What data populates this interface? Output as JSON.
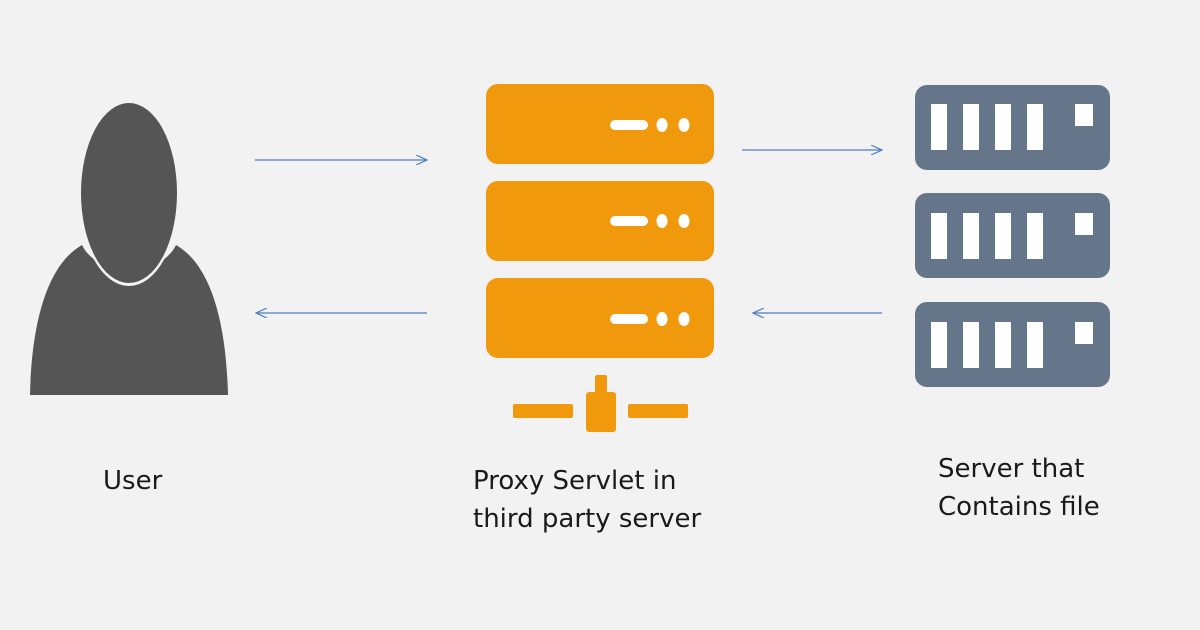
{
  "nodes": {
    "user": {
      "label": "User",
      "icon": "user-silhouette-icon",
      "color": "#555555"
    },
    "proxy": {
      "label_lines": [
        "Proxy Servlet in",
        "third party server"
      ],
      "icon": "server-stack-network-icon",
      "color": "#f0990d"
    },
    "target": {
      "label_lines": [
        "Server that",
        "Contains file"
      ],
      "icon": "server-stack-icon",
      "color": "#66768a"
    }
  },
  "edges": [
    {
      "from": "user",
      "to": "proxy"
    },
    {
      "from": "proxy",
      "to": "target"
    },
    {
      "from": "target",
      "to": "proxy"
    },
    {
      "from": "proxy",
      "to": "user"
    }
  ],
  "arrow_color": "#4f7fc4",
  "background": "#f2f2f2"
}
